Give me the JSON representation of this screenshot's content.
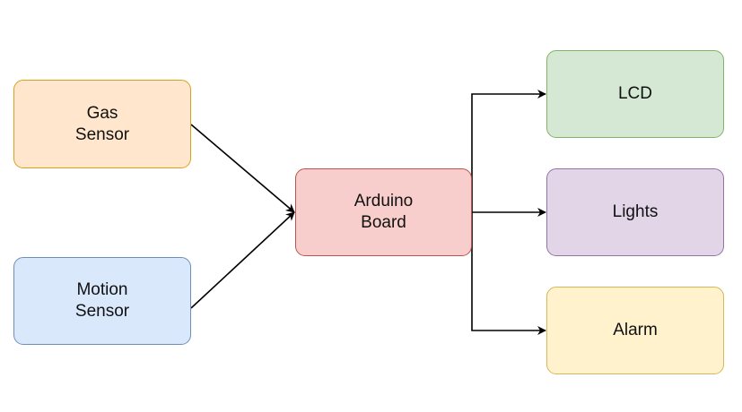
{
  "diagram": {
    "nodes": [
      {
        "id": "gas",
        "lines": [
          "Gas",
          "Sensor"
        ],
        "fill": "#ffe6cc",
        "stroke": "#d6a21d"
      },
      {
        "id": "motion",
        "lines": [
          "Motion",
          "Sensor"
        ],
        "fill": "#dae8fc",
        "stroke": "#6c8ebf"
      },
      {
        "id": "arduino",
        "lines": [
          "Arduino",
          "Board"
        ],
        "fill": "#f8cecc",
        "stroke": "#b85450"
      },
      {
        "id": "lcd",
        "lines": [
          "LCD"
        ],
        "fill": "#d5e8d4",
        "stroke": "#82b366"
      },
      {
        "id": "lights",
        "lines": [
          "Lights"
        ],
        "fill": "#e1d5e7",
        "stroke": "#9673a6"
      },
      {
        "id": "alarm",
        "lines": [
          "Alarm"
        ],
        "fill": "#fff2cc",
        "stroke": "#d6b656"
      }
    ],
    "edges": [
      {
        "from": "gas",
        "to": "arduino"
      },
      {
        "from": "motion",
        "to": "arduino"
      },
      {
        "from": "arduino",
        "to": "lcd"
      },
      {
        "from": "arduino",
        "to": "lights"
      },
      {
        "from": "arduino",
        "to": "alarm"
      }
    ],
    "edge_color": "#000000"
  }
}
